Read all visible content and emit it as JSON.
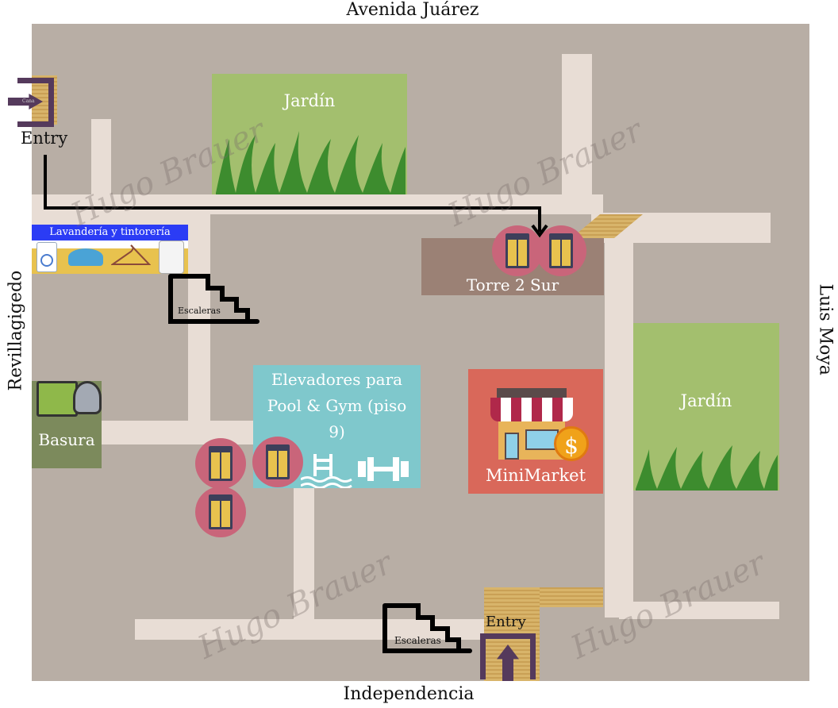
{
  "streets": {
    "north": "Avenida Juárez",
    "south": "Independencia",
    "west": "Revillagigedo",
    "east": "Luis Moya"
  },
  "areas": {
    "garden_top": "Jardín",
    "garden_right": "Jardín",
    "tower": "Torre 2 Sur",
    "laundry": "Lavandería y tintorería",
    "trash": "Basura",
    "elevators": "Elevadores para Pool & Gym (piso 9)",
    "market": "MiniMarket"
  },
  "entries": {
    "top_left": "Entry",
    "bottom": "Entry",
    "door_sign": "Cana"
  },
  "stairs": {
    "upper": "Escaleras",
    "lower": "Escaleras"
  },
  "watermark": "Hugo Brauer",
  "colors": {
    "map_bg": "#b8aea5",
    "walkway": "#e8ddd5",
    "garden": "#a3bf6e",
    "tower": "#9b8175",
    "laundry_header": "#2b3cf5",
    "trash": "#7c8a5c",
    "elevators_box": "#7fc8cc",
    "market": "#d9685a",
    "elevator_circle": "#c9657a",
    "entry_door": "#553a5c",
    "route": "#000000"
  }
}
